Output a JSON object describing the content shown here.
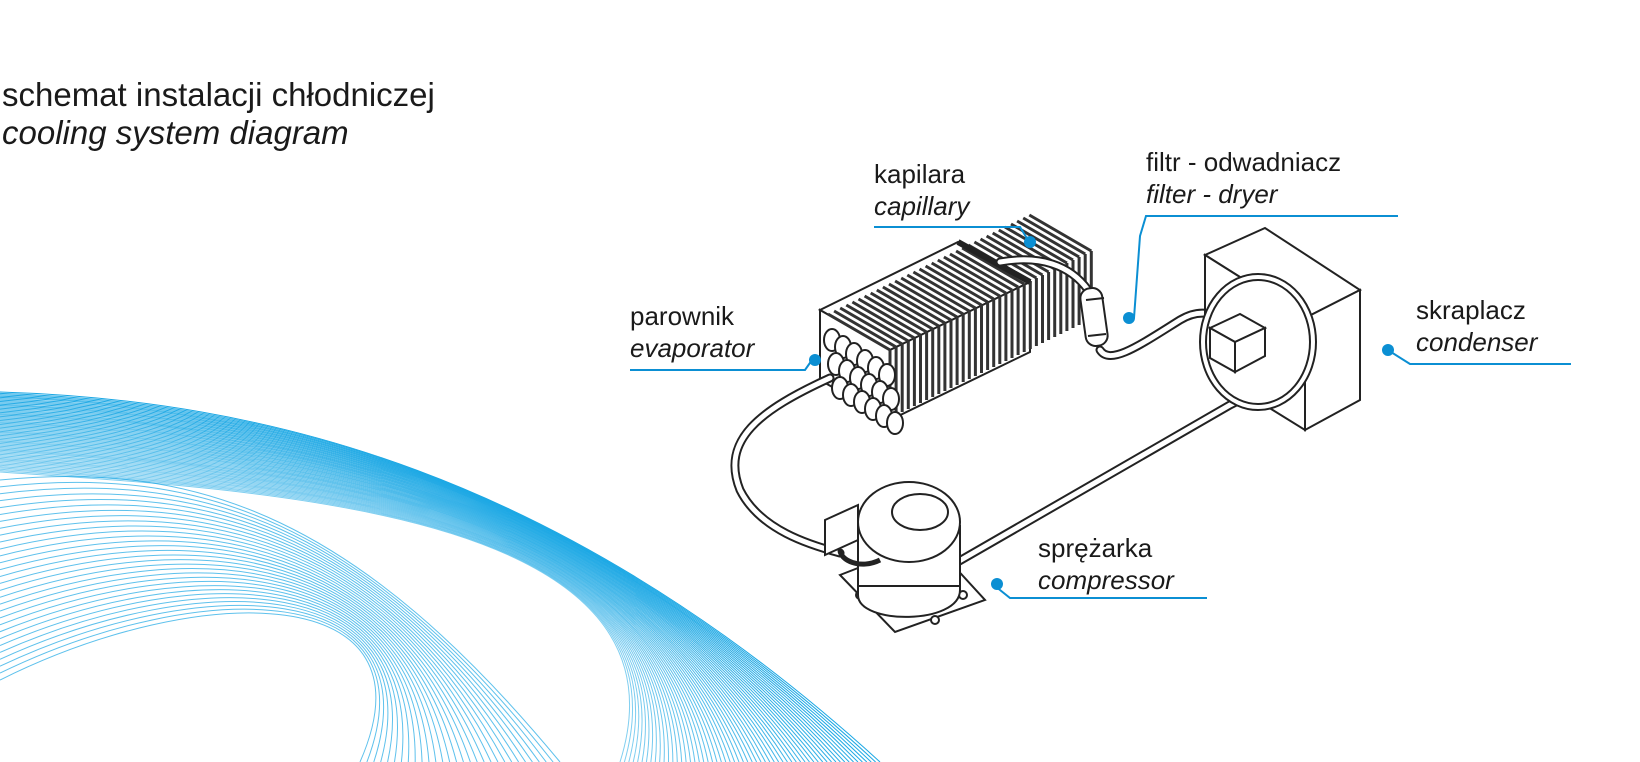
{
  "title": {
    "main": "schemat instalacji chłodniczej",
    "sub": "cooling system diagram"
  },
  "labels": {
    "capillary": {
      "pl": "kapilara",
      "en": "capillary"
    },
    "filter": {
      "pl": "filtr - odwadniacz",
      "en": "filter - dryer"
    },
    "evaporator": {
      "pl": "parownik",
      "en": "evaporator"
    },
    "condenser": {
      "pl": "skraplacz",
      "en": "condenser"
    },
    "compressor": {
      "pl": "sprężarka",
      "en": "compressor"
    }
  },
  "colors": {
    "accent": "#0b8fd3",
    "wave": "#1aa7e4",
    "line_art": "#222222"
  }
}
